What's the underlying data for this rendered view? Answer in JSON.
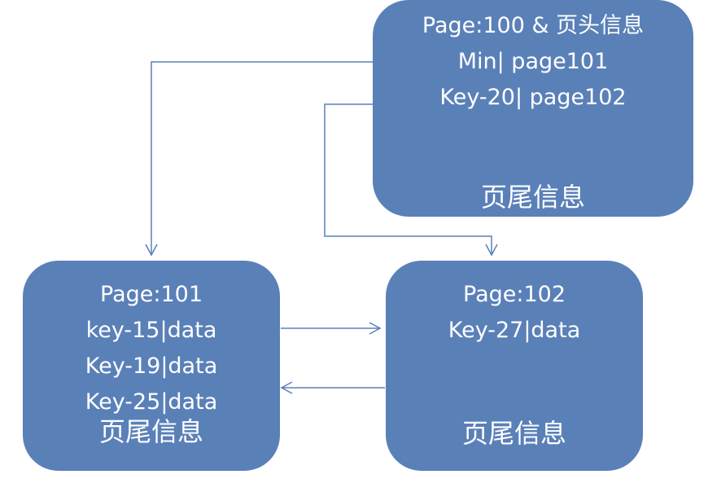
{
  "colors": {
    "node_fill": "#5a80b8",
    "connector": "#5a80b8",
    "text": "#ffffff"
  },
  "nodes": {
    "root": {
      "lines": [
        "Page:100 & 页头信息",
        "Min| page101",
        "Key-20| page102"
      ],
      "footer": "页尾信息"
    },
    "leaf_101": {
      "lines": [
        "Page:101",
        "key-15|data",
        "Key-19|data",
        "Key-25|data"
      ],
      "footer": "页尾信息"
    },
    "leaf_102": {
      "lines": [
        "Page:102",
        "Key-27|data"
      ],
      "footer": "页尾信息"
    }
  }
}
